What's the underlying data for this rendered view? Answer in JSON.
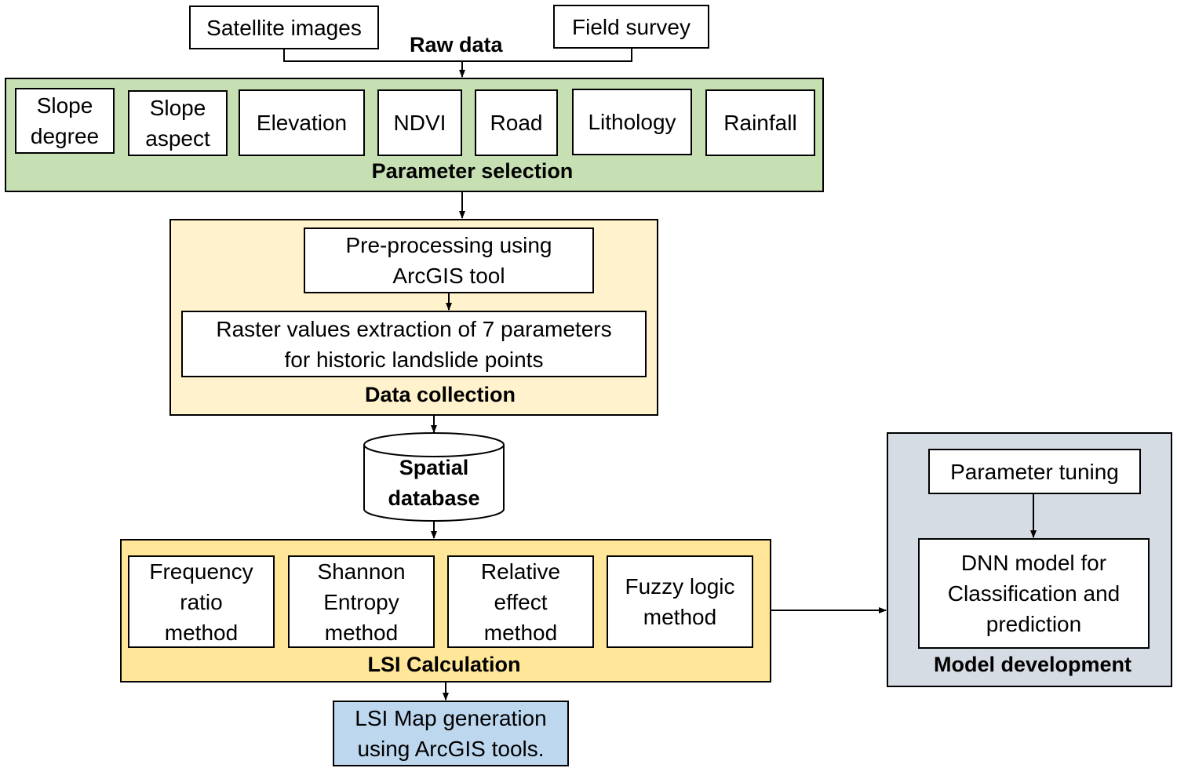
{
  "raw_data": {
    "label": "Raw data",
    "sources": [
      "Satellite images",
      "Field survey"
    ]
  },
  "parameter_selection": {
    "label": "Parameter selection",
    "color": "#c6e0b4",
    "items": [
      "Slope\ndegree",
      "Slope\naspect",
      "Elevation",
      "NDVI",
      "Road",
      "Lithology",
      "Rainfall"
    ]
  },
  "data_collection": {
    "label": "Data collection",
    "color": "#fff2cc",
    "steps": [
      "Pre-processing using\nArcGIS tool",
      "Raster values extraction of 7 parameters\nfor historic landslide points"
    ]
  },
  "spatial_database": {
    "label": "Spatial\ndatabase"
  },
  "lsi_calculation": {
    "label": "LSI Calculation",
    "color": "#ffe699",
    "methods": [
      "Frequency\nratio\nmethod",
      "Shannon\nEntropy\nmethod",
      "Relative\neffect\nmethod",
      "Fuzzy logic\nmethod"
    ]
  },
  "lsi_map": {
    "label": "LSI Map generation\nusing ArcGIS tools.",
    "color": "#bdd7ee"
  },
  "model_development": {
    "label": "Model development",
    "color": "#d6dce4",
    "steps": [
      "Parameter tuning",
      "DNN model for\nClassification and\nprediction"
    ]
  }
}
